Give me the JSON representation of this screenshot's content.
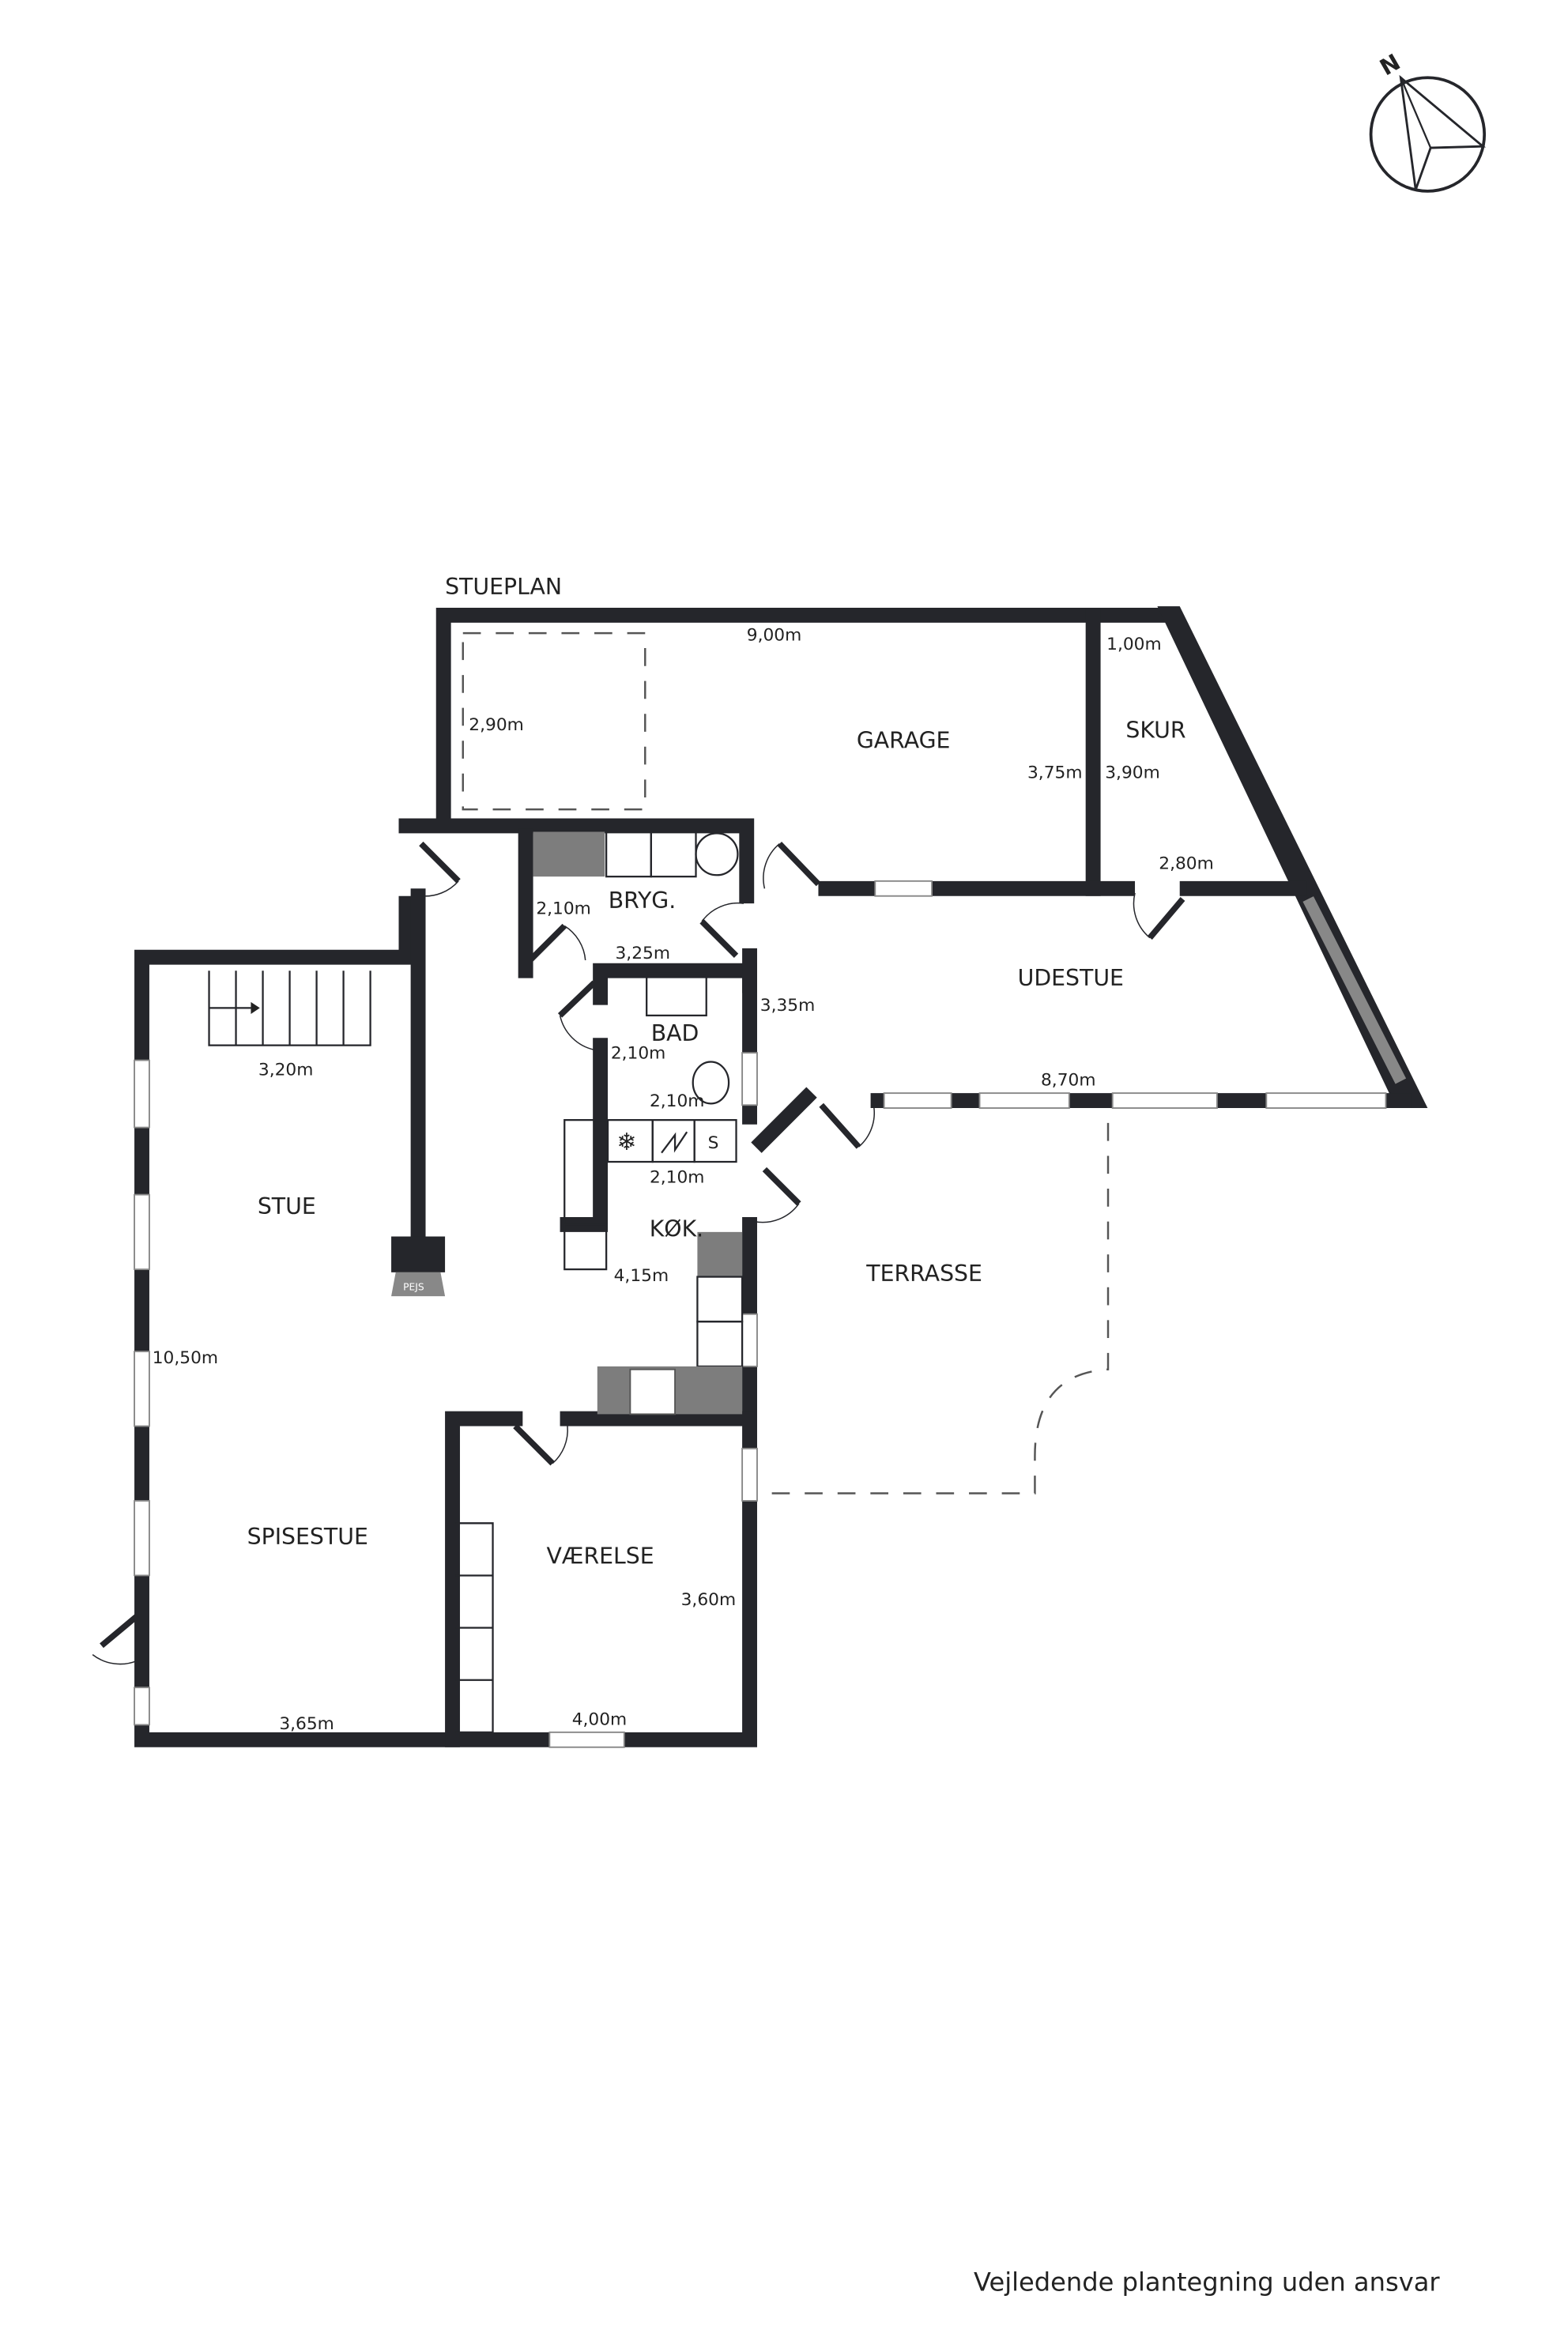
{
  "plan_title": "STUEPLAN",
  "compass_label": "N",
  "rooms": {
    "garage": "GARAGE",
    "skur": "SKUR",
    "bryg": "BRYG.",
    "bad": "BAD",
    "udestue": "UDESTUE",
    "stue": "STUE",
    "kok": "KØK.",
    "terrasse": "TERRASSE",
    "spisestue": "SPISESTUE",
    "vaerelse": "VÆRELSE"
  },
  "dimensions": {
    "garage_width": "9,00m",
    "carport_depth": "2,90m",
    "garage_depth": "3,75m",
    "skur_top": "1,00m",
    "skur_depth": "3,90m",
    "skur_bottom": "2,80m",
    "bryg_depth": "2,10m",
    "bryg_width": "3,25m",
    "bad_depth": "3,35m",
    "bad_inner_a": "2,10m",
    "bad_inner_b": "2,10m",
    "udestue_width": "8,70m",
    "stue_width": "3,20m",
    "kitchen_row": "2,10m",
    "kitchen_length": "4,15m",
    "house_length": "10,50m",
    "spisestue_width": "3,65m",
    "vaerelse_depth": "3,60m",
    "vaerelse_width": "4,00m"
  },
  "fixtures": {
    "fireplace": "PEJS",
    "storage_s": "S"
  },
  "footer": "Vejledende plantegning uden ansvar"
}
